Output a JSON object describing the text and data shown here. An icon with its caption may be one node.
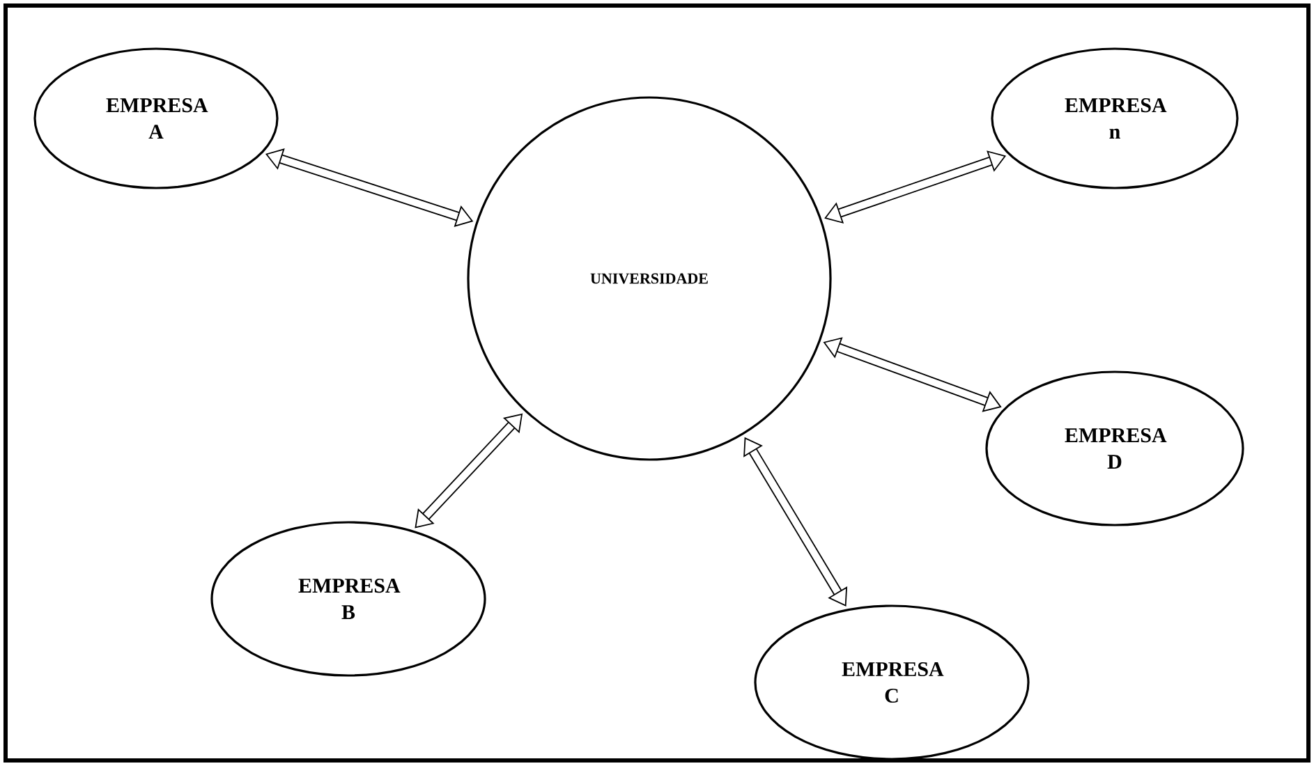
{
  "diagram": {
    "nodes": [
      {
        "text": [
          "EMPRESA A"
        ]
      },
      {
        "text": [
          "EMPRESA n"
        ]
      },
      {
        "text": [
          "UNIVERSIDADE"
        ]
      },
      {
        "text": [
          "EMPRESA D"
        ]
      },
      {
        "text": [
          "EMPRESA B"
        ]
      },
      {
        "text": [
          "EMPRESA C"
        ]
      }
    ],
    "edges": [
      {
        "from": 0,
        "to": 2,
        "arrow": "both"
      },
      {
        "from": 2,
        "to": 1,
        "arrow": "both"
      },
      {
        "from": 2,
        "to": 3,
        "arrow": "both"
      },
      {
        "from": 4,
        "to": 2,
        "arrow": "both"
      },
      {
        "from": 2,
        "to": 5,
        "arrow": "both"
      }
    ]
  }
}
